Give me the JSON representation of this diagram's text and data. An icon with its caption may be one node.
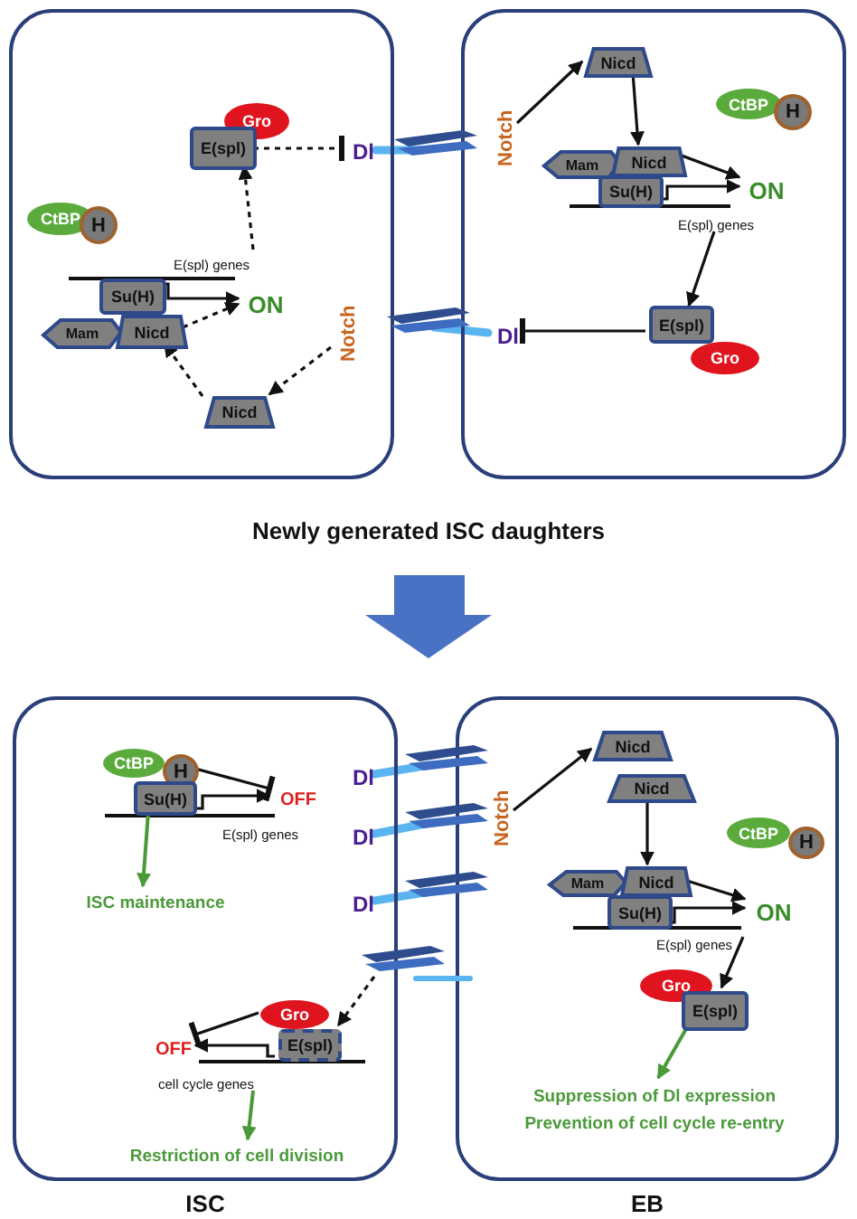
{
  "diagram": {
    "title": "Newly generated ISC daughters",
    "nodes": [
      {
        "text": [],
        "shape": "box"
      },
      {
        "text": [
          "Gro"
        ],
        "in": 0
      },
      {
        "text": [
          "E(spl)"
        ],
        "in": 0
      },
      {
        "text": [
          "Dl"
        ],
        "in": 0
      },
      {
        "text": [
          "CtBP"
        ],
        "in": 0
      },
      {
        "text": [
          "H"
        ],
        "in": 0
      },
      {
        "text": [
          "Su(H)"
        ],
        "in": 0
      },
      {
        "text": [
          "ON"
        ],
        "in": 0
      },
      {
        "text": [
          "Mam"
        ],
        "in": 0
      },
      {
        "text": [
          "Nicd"
        ],
        "in": 0
      },
      {
        "text": [
          "Notch"
        ],
        "in": 0
      },
      {
        "text": [
          "Nicd"
        ],
        "in": 0
      },
      {
        "text": [
          "E(spl) genes"
        ],
        "in": 0
      },
      {
        "text": [],
        "shape": "box"
      },
      {
        "text": [
          "Notch"
        ],
        "in": 13
      },
      {
        "text": [
          "Nicd"
        ],
        "in": 13
      },
      {
        "text": [
          "CtBP"
        ],
        "in": 13
      },
      {
        "text": [
          "H"
        ],
        "in": 13
      },
      {
        "text": [
          "Mam"
        ],
        "in": 13
      },
      {
        "text": [
          "Nicd"
        ],
        "in": 13
      },
      {
        "text": [
          "Su(H)"
        ],
        "in": 13
      },
      {
        "text": [
          "ON"
        ],
        "in": 13
      },
      {
        "text": [
          "E(spl) genes"
        ],
        "in": 13
      },
      {
        "text": [
          "E(spl)"
        ],
        "in": 13
      },
      {
        "text": [
          "Gro"
        ],
        "in": 13
      },
      {
        "text": [
          "Dl"
        ],
        "in": 13
      },
      {
        "text": [
          "ISC"
        ]
      },
      {
        "text": [
          "CtBP"
        ],
        "in": 26
      },
      {
        "text": [
          "H"
        ],
        "in": 26
      },
      {
        "text": [
          "Su(H)"
        ],
        "in": 26
      },
      {
        "text": [
          "OFF"
        ],
        "in": 26
      },
      {
        "text": [
          "E(spl) genes"
        ],
        "in": 26
      },
      {
        "text": [
          "ISC maintenance"
        ],
        "in": 26
      },
      {
        "text": [
          "Dl"
        ],
        "in": 26
      },
      {
        "text": [
          "Dl"
        ],
        "in": 26
      },
      {
        "text": [
          "Dl"
        ],
        "in": 26
      },
      {
        "text": [
          "Gro"
        ],
        "in": 26
      },
      {
        "text": [
          "E(spl)"
        ],
        "in": 26
      },
      {
        "text": [
          "OFF"
        ],
        "in": 26
      },
      {
        "text": [
          "cell cycle genes"
        ],
        "in": 26
      },
      {
        "text": [
          "Restriction of cell division"
        ],
        "in": 26
      },
      {
        "text": [
          "EB"
        ]
      },
      {
        "text": [
          "Notch"
        ],
        "in": 41
      },
      {
        "text": [
          "Nicd"
        ],
        "in": 41
      },
      {
        "text": [
          "Nicd"
        ],
        "in": 41
      },
      {
        "text": [
          "CtBP"
        ],
        "in": 41
      },
      {
        "text": [
          "H"
        ],
        "in": 41
      },
      {
        "text": [
          "Mam"
        ],
        "in": 41
      },
      {
        "text": [
          "Nicd"
        ],
        "in": 41
      },
      {
        "text": [
          "Su(H)"
        ],
        "in": 41
      },
      {
        "text": [
          "ON"
        ],
        "in": 41
      },
      {
        "text": [
          "E(spl) genes"
        ],
        "in": 41
      },
      {
        "text": [
          "Gro"
        ],
        "in": 41
      },
      {
        "text": [
          "E(spl)"
        ],
        "in": 41
      },
      {
        "text": [
          "Suppression of Dl expression",
          "Prevention of cell cycle re-entry"
        ],
        "in": 41
      },
      {
        "text": [],
        "shape": "picture"
      },
      {
        "text": [],
        "shape": "picture"
      },
      {
        "text": [],
        "shape": "picture"
      },
      {
        "text": [],
        "shape": "picture"
      },
      {
        "text": [],
        "shape": "picture"
      },
      {
        "text": [],
        "shape": "picture"
      }
    ],
    "edges": [
      {
        "from": 2,
        "to": 3,
        "arrow": "other",
        "style": "dashed"
      },
      {
        "from": 10,
        "to": 11,
        "arrow": "to",
        "style": "dashed"
      },
      {
        "from": 11,
        "to": 9,
        "arrow": "to",
        "style": "dashed"
      },
      {
        "from": 9,
        "to": 7,
        "arrow": "to",
        "style": "dashed"
      },
      {
        "from": 6,
        "to": 7,
        "arrow": "to"
      },
      {
        "from": 12,
        "to": 2,
        "arrow": "to",
        "style": "dashed"
      },
      {
        "from": 14,
        "to": 15,
        "arrow": "to"
      },
      {
        "from": 15,
        "to": 19,
        "arrow": "to"
      },
      {
        "from": 19,
        "to": 21,
        "arrow": "to"
      },
      {
        "from": 20,
        "to": 21,
        "arrow": "to"
      },
      {
        "from": 22,
        "to": 23,
        "arrow": "to"
      },
      {
        "from": 23,
        "to": 25,
        "arrow": "other"
      },
      {
        "from": 28,
        "to": 30,
        "arrow": "other"
      },
      {
        "from": 29,
        "to": 30,
        "arrow": "to"
      },
      {
        "from": 29,
        "to": 32,
        "arrow": "to",
        "color": "#4a9a3a"
      },
      {
        "from": 60,
        "to": 37,
        "arrow": "to",
        "style": "dashed"
      },
      {
        "from": 36,
        "to": 38,
        "arrow": "other"
      },
      {
        "from": 37,
        "to": 38,
        "arrow": "to"
      },
      {
        "from": 39,
        "to": 40,
        "arrow": "to",
        "color": "#4a9a3a"
      },
      {
        "from": 42,
        "to": 43,
        "arrow": "to"
      },
      {
        "from": 44,
        "to": 48,
        "arrow": "to"
      },
      {
        "from": 48,
        "to": 50,
        "arrow": "to"
      },
      {
        "from": 49,
        "to": 50,
        "arrow": "to"
      },
      {
        "from": 51,
        "to": 53,
        "arrow": "to"
      },
      {
        "from": 53,
        "to": 54,
        "arrow": "to",
        "color": "#4a9a3a"
      },
      {
        "from": 3,
        "to": 55,
        "arrow": "none",
        "style": "thick",
        "color": "#5ab4f0"
      },
      {
        "from": 25,
        "to": 56,
        "arrow": "none",
        "style": "thick",
        "color": "#5ab4f0"
      },
      {
        "from": 33,
        "to": 57,
        "arrow": "none",
        "style": "thick",
        "color": "#5ab4f0"
      },
      {
        "from": 34,
        "to": 58,
        "arrow": "none",
        "style": "thick",
        "color": "#5ab4f0"
      },
      {
        "from": 35,
        "to": 59,
        "arrow": "none",
        "style": "thick",
        "color": "#5ab4f0"
      }
    ]
  }
}
